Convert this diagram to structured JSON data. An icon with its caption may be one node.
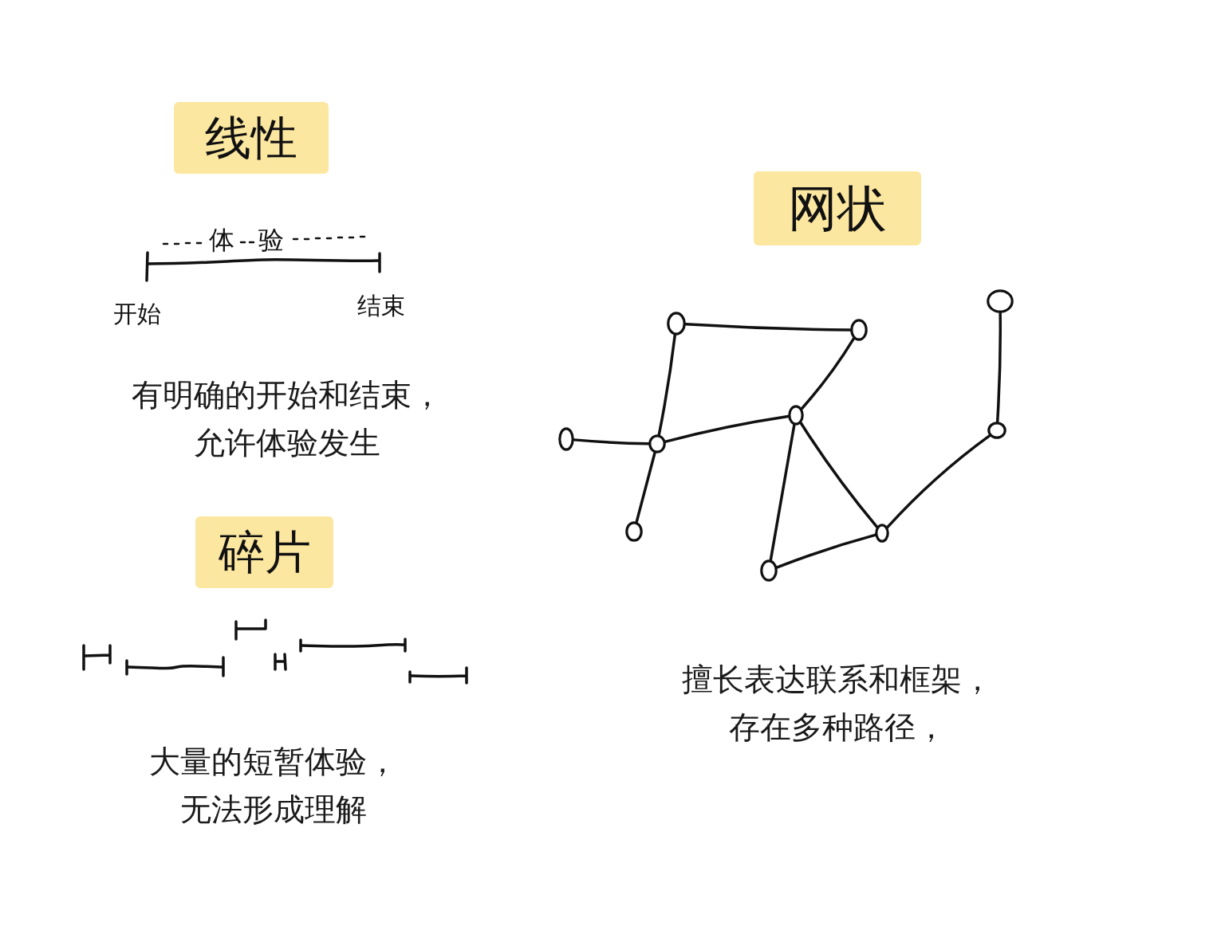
{
  "diagram": {
    "nodes": [
      {
        "text": [],
        "shape": "circle"
      },
      {
        "text": [],
        "shape": "circle"
      },
      {
        "text": [],
        "shape": "circle"
      },
      {
        "text": [],
        "shape": "circle"
      },
      {
        "text": [],
        "shape": "circle"
      },
      {
        "text": [],
        "shape": "circle"
      },
      {
        "text": [],
        "shape": "circle"
      },
      {
        "text": [],
        "shape": "circle"
      },
      {
        "text": [],
        "shape": "circle"
      },
      {
        "text": [],
        "shape": "circle"
      }
    ],
    "edges": [
      {
        "from": 0,
        "to": 1,
        "arrow": "none"
      },
      {
        "from": 0,
        "to": 4,
        "arrow": "none"
      },
      {
        "from": 1,
        "to": 5,
        "arrow": "none"
      },
      {
        "from": 3,
        "to": 4,
        "arrow": "none"
      },
      {
        "from": 4,
        "to": 5,
        "arrow": "none"
      },
      {
        "from": 4,
        "to": 7,
        "arrow": "none"
      },
      {
        "from": 5,
        "to": 9,
        "arrow": "none"
      },
      {
        "from": 5,
        "to": 8,
        "arrow": "none"
      },
      {
        "from": 9,
        "to": 8,
        "arrow": "none"
      },
      {
        "from": 8,
        "to": 6,
        "arrow": "none"
      },
      {
        "from": 6,
        "to": 2,
        "arrow": "none"
      }
    ],
    "labels": [
      "线性",
      "体验",
      "开始",
      "结束",
      "有明确的开始和结束，允许体验发生",
      "碎片",
      "大量的短暂体验，无法形成理解",
      "网状",
      "擅长表达联系和框架，存在多种路径，"
    ]
  }
}
